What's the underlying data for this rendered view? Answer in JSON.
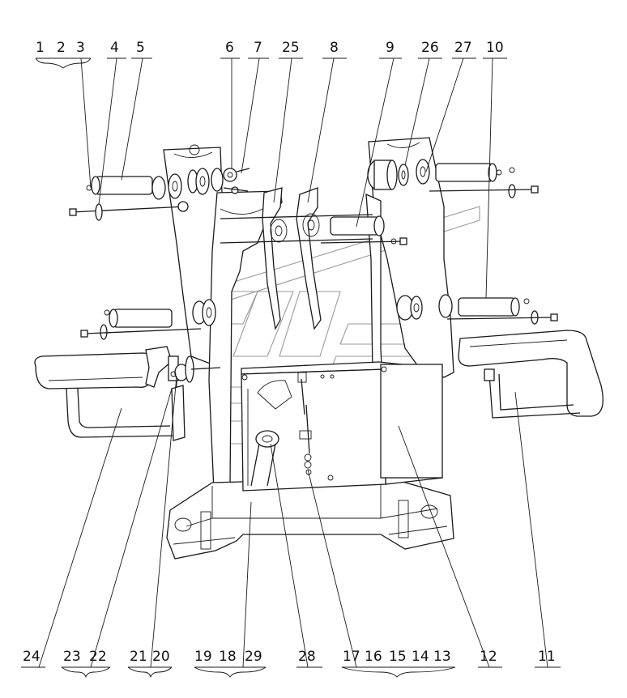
{
  "part_numbers": {
    "p1": "1",
    "p2": "2",
    "p3": "3",
    "p4": "4",
    "p5": "5",
    "p6": "6",
    "p7": "7",
    "p8": "8",
    "p9": "9",
    "p10": "10",
    "p11": "11",
    "p12": "12",
    "p13": "13",
    "p14": "14",
    "p15": "15",
    "p16": "16",
    "p17": "17",
    "p18": "18",
    "p19": "19",
    "p20": "20",
    "p21": "21",
    "p22": "22",
    "p23": "23",
    "p24": "24",
    "p25": "25",
    "p26": "26",
    "p27": "27",
    "p28": "28",
    "p29": "29"
  },
  "colors": {
    "line": "#1a1a1a",
    "watermark": "#9a9a9a",
    "background": "#ffffff"
  }
}
